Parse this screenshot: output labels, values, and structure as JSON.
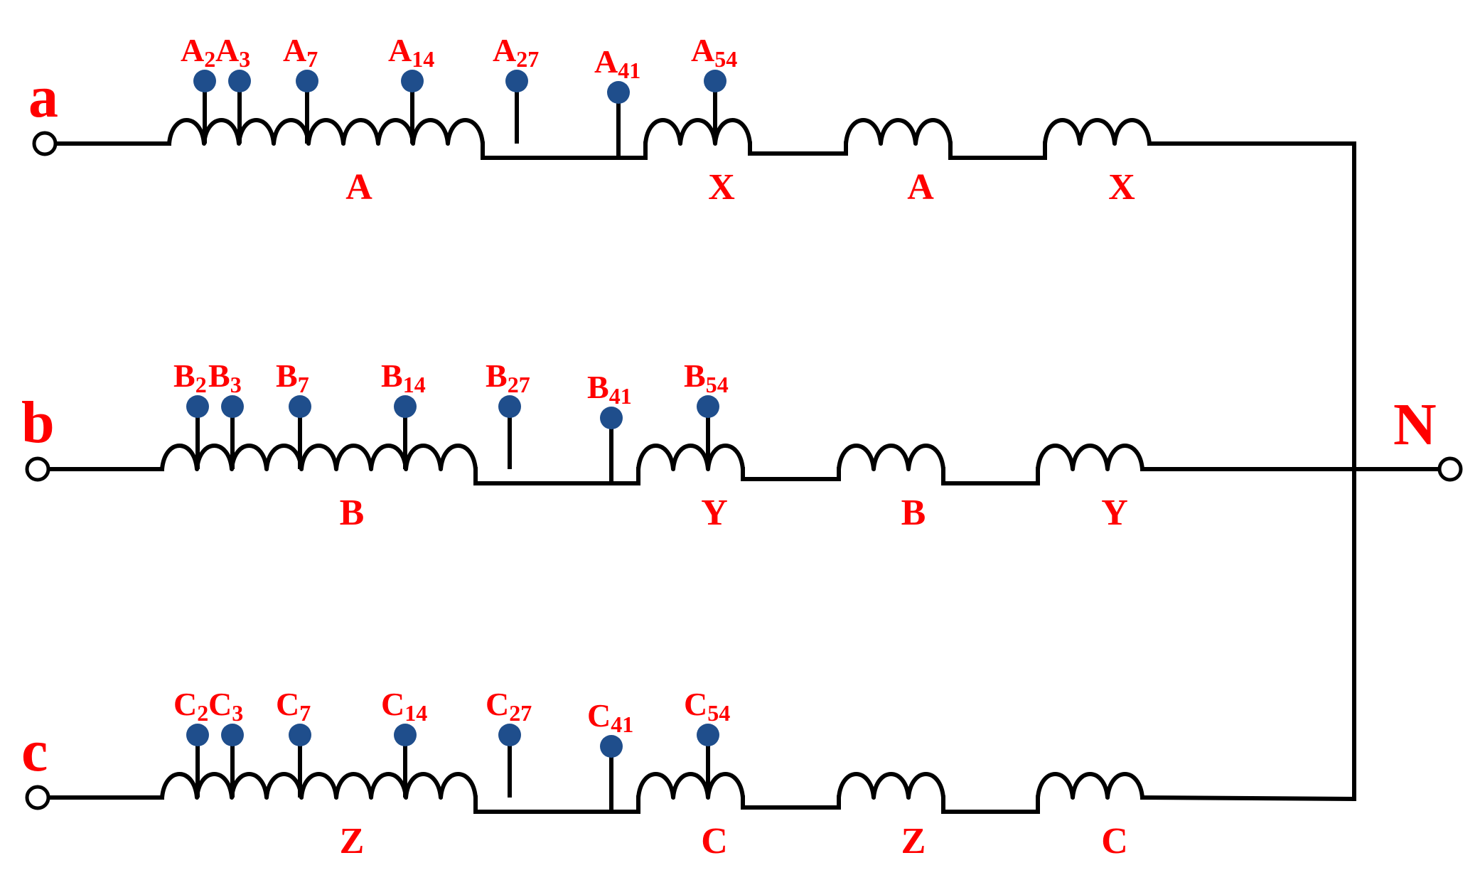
{
  "phases": [
    {
      "id": "a",
      "label": "a",
      "taps": [
        {
          "letter": "A",
          "sub": "2"
        },
        {
          "letter": "A",
          "sub": "3"
        },
        {
          "letter": "A",
          "sub": "7"
        },
        {
          "letter": "A",
          "sub": "14"
        },
        {
          "letter": "A",
          "sub": "27"
        },
        {
          "letter": "A",
          "sub": "41"
        },
        {
          "letter": "A",
          "sub": "54"
        }
      ],
      "windings": [
        "A",
        "X",
        "A",
        "X"
      ]
    },
    {
      "id": "b",
      "label": "b",
      "taps": [
        {
          "letter": "B",
          "sub": "2"
        },
        {
          "letter": "B",
          "sub": "3"
        },
        {
          "letter": "B",
          "sub": "7"
        },
        {
          "letter": "B",
          "sub": "14"
        },
        {
          "letter": "B",
          "sub": "27"
        },
        {
          "letter": "B",
          "sub": "41"
        },
        {
          "letter": "B",
          "sub": "54"
        }
      ],
      "windings": [
        "B",
        "Y",
        "B",
        "Y"
      ]
    },
    {
      "id": "c",
      "label": "c",
      "taps": [
        {
          "letter": "C",
          "sub": "2"
        },
        {
          "letter": "C",
          "sub": "3"
        },
        {
          "letter": "C",
          "sub": "7"
        },
        {
          "letter": "C",
          "sub": "14"
        },
        {
          "letter": "C",
          "sub": "27"
        },
        {
          "letter": "C",
          "sub": "41"
        },
        {
          "letter": "C",
          "sub": "54"
        }
      ],
      "windings": [
        "Z",
        "C",
        "Z",
        "C"
      ]
    }
  ],
  "neutral": {
    "label": "N"
  },
  "colors": {
    "label": "#ff0000",
    "tap_dot": "#1f4e8c",
    "wire": "#000000"
  }
}
